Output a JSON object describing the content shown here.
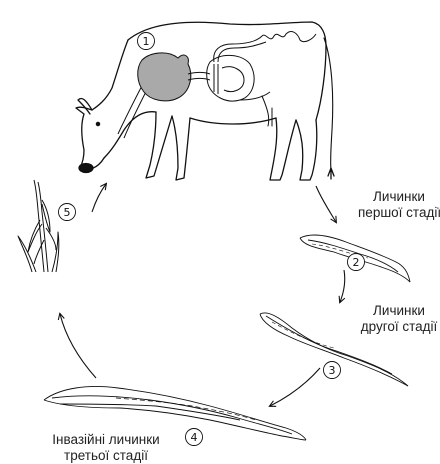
{
  "stage_numbers": [
    "1",
    "2",
    "3",
    "4",
    "5"
  ],
  "labels": {
    "l1_stage": {
      "line1": "Личинки",
      "line2": "першої стадії"
    },
    "l2_stage": {
      "line1": "Личинки",
      "line2": "другої стадії"
    },
    "l3_stage": {
      "line1": "Інвазійні личинки",
      "line2": "третьої стадії"
    }
  },
  "colors": {
    "ink": "#111111",
    "organ_fill": "#a9a9a9"
  }
}
